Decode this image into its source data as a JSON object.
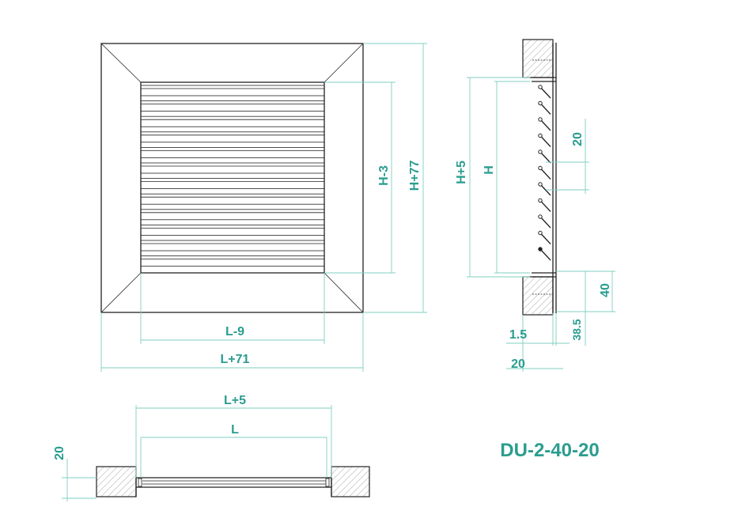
{
  "model_code": "DU-2-40-20",
  "front_view": {
    "dim_inner_width": "L-9",
    "dim_outer_width": "L+71",
    "dim_inner_height": "H-3",
    "dim_outer_height": "H+77"
  },
  "side_view": {
    "dim_opening_height": "H+5",
    "dim_height": "H",
    "dim_blade_pitch": "20",
    "dim_flange": "40",
    "dim_frame_depth": "38.5",
    "dim_thickness": "1.5",
    "dim_depth": "20"
  },
  "bottom_view": {
    "dim_width_plus": "L+5",
    "dim_width": "L",
    "dim_depth": "20"
  },
  "colors": {
    "dimension": "#2a9d8f",
    "line": "#222222",
    "extension": "#7fcfc1"
  }
}
